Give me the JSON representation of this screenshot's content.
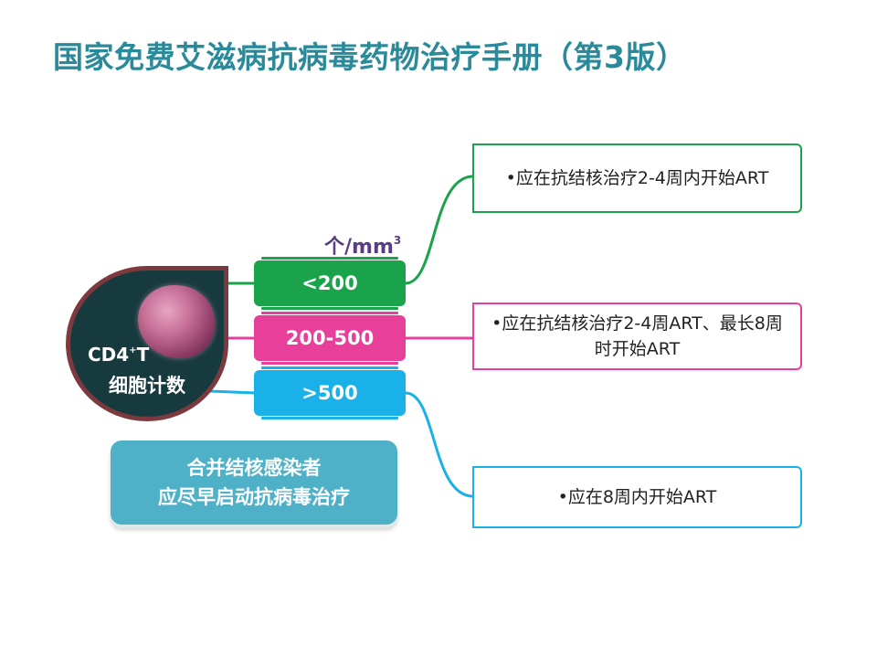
{
  "title": "国家免费艾滋病抗病毒药物治疗手册（第3版）",
  "unit": {
    "main": "个/mm",
    "sup": "3"
  },
  "cell": {
    "label_main": "CD4",
    "label_sup": "+",
    "label_tail": "T",
    "label_line2": "细胞计数",
    "frame_color": "#7d3a3e"
  },
  "ranges": [
    {
      "label": "<200",
      "color": "#1aa34a",
      "recommendation": "•应在抗结核治疗2-4周内开始ART"
    },
    {
      "label": "200-500",
      "color": "#e8409a",
      "recommendation": "•应在抗结核治疗2-4周ART、最长8周时开始ART"
    },
    {
      "label": ">500",
      "color": "#1ab0e8",
      "recommendation": "•应在8周内开始ART"
    }
  ],
  "note": {
    "line1": "合并结核感染者",
    "line2": "应尽早启动抗病毒治疗",
    "color": "#4eb1c7"
  }
}
